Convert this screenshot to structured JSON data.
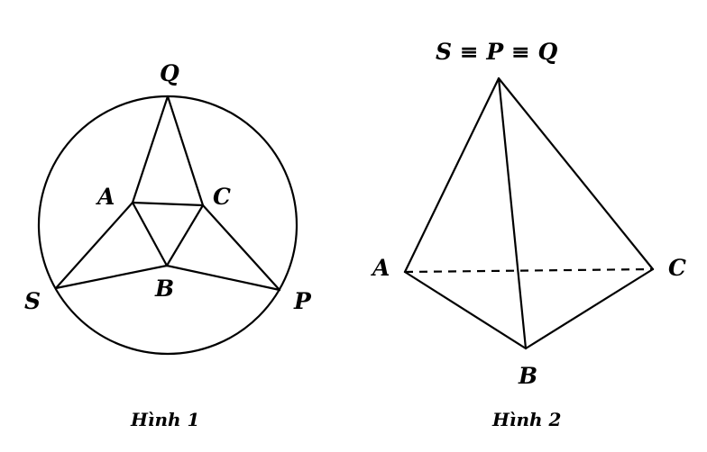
{
  "figure1": {
    "labels": {
      "Q": "Q",
      "A": "A",
      "C": "C",
      "S": "S",
      "B": "B",
      "P": "P"
    },
    "caption": "Hình 1"
  },
  "figure2": {
    "labels": {
      "apex": "S ≡ P ≡ Q",
      "A": "A",
      "C": "C",
      "B": "B"
    },
    "caption": "Hình 2"
  }
}
